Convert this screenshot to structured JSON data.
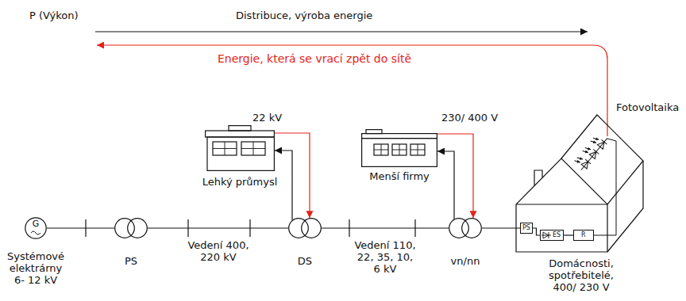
{
  "diagram": {
    "nodes": [
      {
        "text": [
          "G",
          "Systémové elektrárny 6- 12 kV"
        ]
      },
      {
        "text": [
          "PS"
        ]
      },
      {
        "text": [
          "Lehký průmysl"
        ]
      },
      {
        "text": [
          "DS"
        ]
      },
      {
        "text": [
          "Menší firmy"
        ]
      },
      {
        "text": [
          "vn/nn"
        ]
      },
      {
        "text": [
          "Domácnosti, spotřebitelé, 400/ 230 V"
        ]
      },
      {
        "text": [
          "PS"
        ],
        "in": 6
      },
      {
        "text": [
          "ES"
        ],
        "in": 6
      },
      {
        "text": [
          "R"
        ],
        "in": 6
      }
    ],
    "edges": [
      {
        "from": 0,
        "to": 1,
        "arrow": "none"
      },
      {
        "from": 1,
        "to": 3,
        "arrow": "none"
      },
      {
        "from": 3,
        "to": 5,
        "arrow": "none"
      },
      {
        "from": 5,
        "to": 7,
        "arrow": "none"
      },
      {
        "from": 7,
        "to": 8,
        "arrow": "none"
      },
      {
        "from": 8,
        "to": 9,
        "arrow": "none"
      },
      {
        "from": 3,
        "to": 2,
        "arrow": "to"
      },
      {
        "from": 2,
        "to": 3,
        "arrow": "to"
      },
      {
        "from": 5,
        "to": 4,
        "arrow": "to"
      },
      {
        "from": 4,
        "to": 5,
        "arrow": "to"
      }
    ],
    "labels": [
      "P (Výkon)",
      "Distribuce, výroba energie",
      "Energie, která se vrací zpět do sítě",
      "22 kV",
      "230/ 400 V",
      "Fotovoltaika",
      "Vedení 400, 220 kV",
      "Vedení 110, 22, 35, 10, 6 kV"
    ]
  }
}
